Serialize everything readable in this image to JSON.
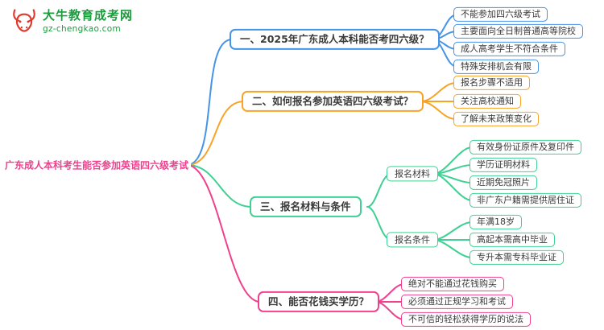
{
  "logo": {
    "site_name": "大牛教育成考网",
    "site_url": "gz-chengkao.com"
  },
  "root": {
    "label": "广东成人本科考生能否参加英语四六级考试"
  },
  "colors": {
    "branch1": "#4694e8",
    "branch2": "#f7a426",
    "branch3": "#3ed094",
    "branch4": "#f0408e",
    "root": "#f0408e",
    "logo_green": "#1d9b3f",
    "logo_red": "#e03a2e"
  },
  "branches": [
    {
      "label": "一、2025年广东成人本科能否考四六级？",
      "children": [
        {
          "label": "不能参加四六级考试"
        },
        {
          "label": "主要面向全日制普通高等院校"
        },
        {
          "label": "成人高考学生不符合条件"
        },
        {
          "label": "特殊安排机会有限"
        }
      ]
    },
    {
      "label": "二、如何报名参加英语四六级考试？",
      "children": [
        {
          "label": "报名步骤不适用"
        },
        {
          "label": "关注高校通知"
        },
        {
          "label": "了解未来政策变化"
        }
      ]
    },
    {
      "label": "三、报名材料与条件",
      "children": [
        {
          "label": "报名材料",
          "children": [
            {
              "label": "有效身份证原件及复印件"
            },
            {
              "label": "学历证明材料"
            },
            {
              "label": "近期免冠照片"
            },
            {
              "label": "非广东户籍需提供居住证"
            }
          ]
        },
        {
          "label": "报名条件",
          "children": [
            {
              "label": "年满18岁"
            },
            {
              "label": "高起本需高中毕业"
            },
            {
              "label": "专升本需专科毕业证"
            }
          ]
        }
      ]
    },
    {
      "label": "四、能否花钱买学历？",
      "children": [
        {
          "label": "绝对不能通过花钱购买"
        },
        {
          "label": "必须通过正规学习和考试"
        },
        {
          "label": "不可信的轻松获得学历的说法"
        }
      ]
    }
  ]
}
